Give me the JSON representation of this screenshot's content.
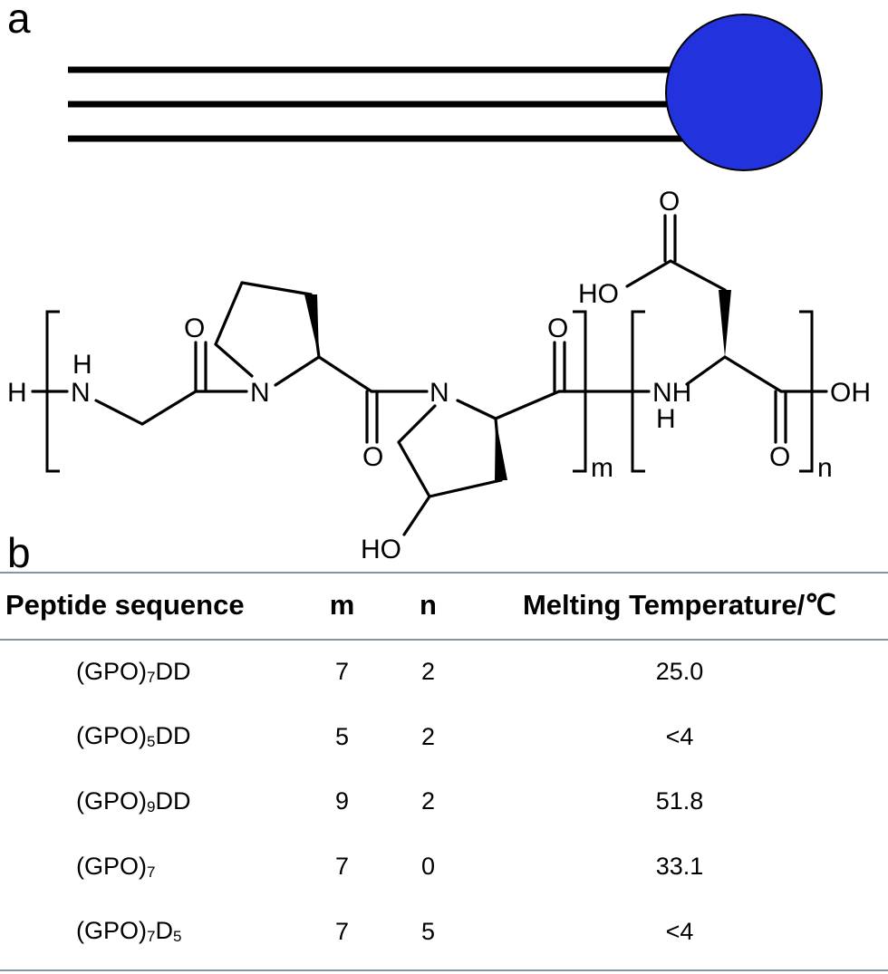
{
  "panels": {
    "a": "a",
    "b": "b"
  },
  "schematic": {
    "sphere_color": "#2233dd",
    "strand_count": 3,
    "strand_color": "#000000"
  },
  "structure": {
    "atoms": {
      "h_left": "H",
      "nh1_h": "H",
      "nh1_n": "N",
      "n_pro": "N",
      "n_hyp": "N",
      "o_gly": "O",
      "o_pro": "O",
      "o_hyp": "O",
      "ho_hyp": "HO",
      "nh_asp_n": "NH",
      "nh_asp_h": "H",
      "ho_asp_side": "HO",
      "o_asp_side": "O",
      "o_asp_c": "O",
      "oh_terminal": "OH"
    },
    "repeat_labels": {
      "m": "m",
      "n": "n"
    }
  },
  "table": {
    "headers": [
      "Peptide sequence",
      "m",
      "n",
      "Melting Temperature/℃"
    ],
    "rows": [
      {
        "seq_base": "(GPO)",
        "seq_sub": "7",
        "seq_tail": "DD",
        "tail_sub": "",
        "m": "7",
        "n": "2",
        "tm": "25.0"
      },
      {
        "seq_base": "(GPO)",
        "seq_sub": "5",
        "seq_tail": "DD",
        "tail_sub": "",
        "m": "5",
        "n": "2",
        "tm": "<4"
      },
      {
        "seq_base": "(GPO)",
        "seq_sub": "9",
        "seq_tail": "DD",
        "tail_sub": "",
        "m": "9",
        "n": "2",
        "tm": "51.8"
      },
      {
        "seq_base": "(GPO)",
        "seq_sub": "7",
        "seq_tail": "",
        "tail_sub": "",
        "m": "7",
        "n": "0",
        "tm": "33.1"
      },
      {
        "seq_base": "(GPO)",
        "seq_sub": "7",
        "seq_tail": "D",
        "tail_sub": "5",
        "m": "7",
        "n": "5",
        "tm": "<4"
      }
    ]
  }
}
